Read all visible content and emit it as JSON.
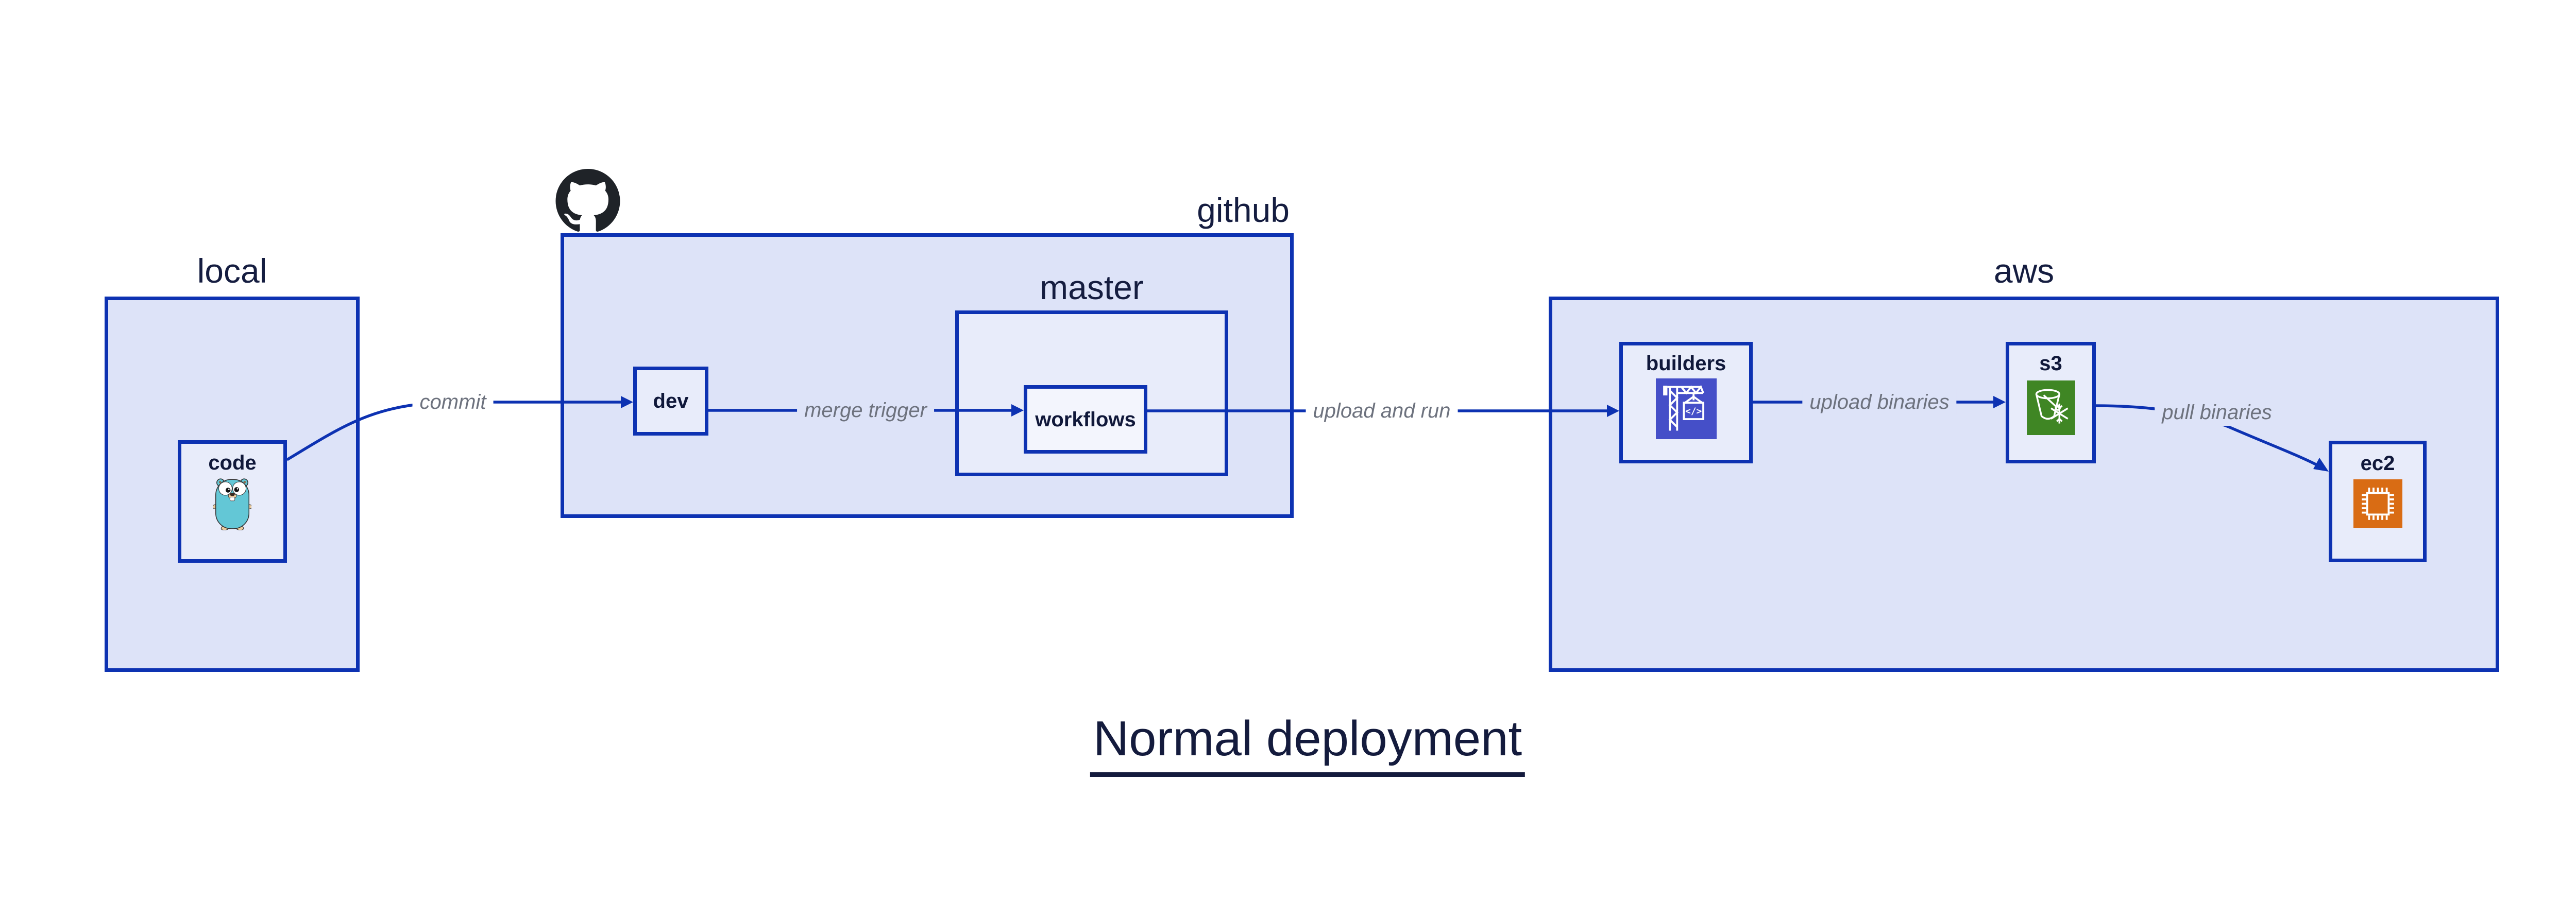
{
  "title": {
    "text": "Normal deployment"
  },
  "containers": {
    "local": {
      "label": "local"
    },
    "github": {
      "label": "github"
    },
    "master": {
      "label": "master"
    },
    "aws": {
      "label": "aws"
    }
  },
  "nodes": {
    "code": {
      "label": "code",
      "icon": "go-gopher-icon"
    },
    "dev": {
      "label": "dev"
    },
    "workflows": {
      "label": "workflows"
    },
    "builders": {
      "label": "builders",
      "icon": "aws-codebuild-icon"
    },
    "s3": {
      "label": "s3",
      "icon": "aws-s3-glacier-icon"
    },
    "ec2": {
      "label": "ec2",
      "icon": "aws-ec2-icon"
    }
  },
  "edges": [
    {
      "id": "commit",
      "label": "commit",
      "from": "local.code",
      "to": "github.dev"
    },
    {
      "id": "merge-trigger",
      "label": "merge trigger",
      "from": "github.dev",
      "to": "github.master.workflows"
    },
    {
      "id": "upload-and-run",
      "label": "upload and run",
      "from": "github.master.workflows",
      "to": "aws.builders"
    },
    {
      "id": "upload-binaries",
      "label": "upload binaries",
      "from": "aws.builders",
      "to": "aws.s3"
    },
    {
      "id": "pull-binaries",
      "label": "pull binaries",
      "from": "aws.s3",
      "to": "aws.ec2"
    }
  ],
  "icons": {
    "octocat": "github-logo-icon"
  },
  "colors": {
    "stroke_blue": "#0d32b2",
    "container_fill": "#dde3f8",
    "node_fill": "#e8ecfa",
    "nested_node_fill": "#f3f5fd",
    "edge_label_gray": "#6d727e",
    "dark_text": "#151d40",
    "codebuild_indigo": "#454fc8",
    "s3_glacier_green": "#3f8624",
    "ec2_orange": "#d96c14",
    "github_black": "#1f2328",
    "gopher_teal": "#63c7d6"
  }
}
